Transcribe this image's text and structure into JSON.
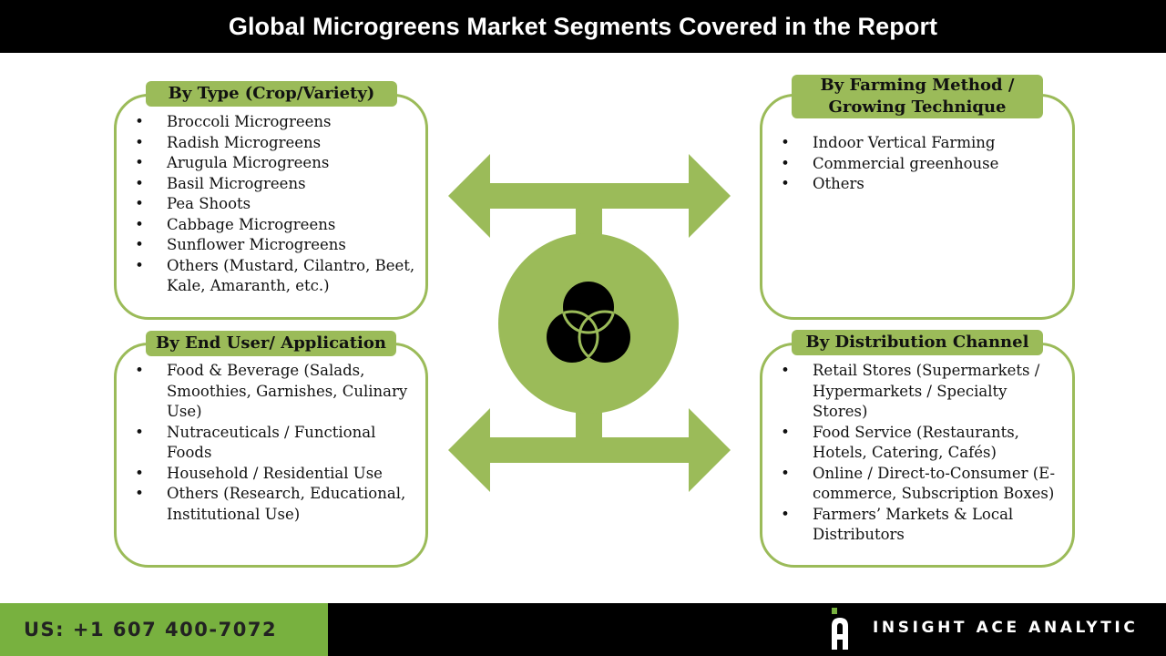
{
  "header": {
    "title": "Global Microgreens Market Segments Covered in the Report"
  },
  "segments": {
    "type": {
      "title": "By Type (Crop/Variety)",
      "items": [
        "Broccoli Microgreens",
        "Radish Microgreens",
        "Arugula Microgreens",
        "Basil Microgreens",
        "Pea Shoots",
        "Cabbage Microgreens",
        "Sunflower Microgreens",
        "Others (Mustard, Cilantro, Beet, Kale, Amaranth, etc.)"
      ]
    },
    "farming_method": {
      "title_line1": "By Farming Method /",
      "title_line2": "Growing Technique",
      "items": [
        "Indoor Vertical Farming",
        "Commercial greenhouse",
        "Others"
      ]
    },
    "end_user": {
      "title": "By End User/ Application",
      "items": [
        "Food & Beverage (Salads, Smoothies, Garnishes, Culinary Use)",
        "Nutraceuticals / Functional Foods",
        "Household / Residential Use",
        "Others (Research, Educational, Institutional Use)"
      ]
    },
    "distribution": {
      "title": "By Distribution Channel",
      "items": [
        "Retail Stores (Supermarkets / Hypermarkets / Specialty Stores)",
        "Food Service (Restaurants, Hotels, Catering, Cafés)",
        "Online / Direct-to-Consumer (E-commerce, Subscription Boxes)",
        "Farmers’ Markets & Local Distributors"
      ]
    }
  },
  "bullet": "•",
  "center_icon": "venn-diagram-icon",
  "colors": {
    "accent_green": "#9bbb59",
    "footer_green": "#78b13f",
    "black": "#000000"
  },
  "footer": {
    "phone": "US: +1 607 400-7072",
    "brand": "INSIGHT ACE ANALYTIC"
  }
}
